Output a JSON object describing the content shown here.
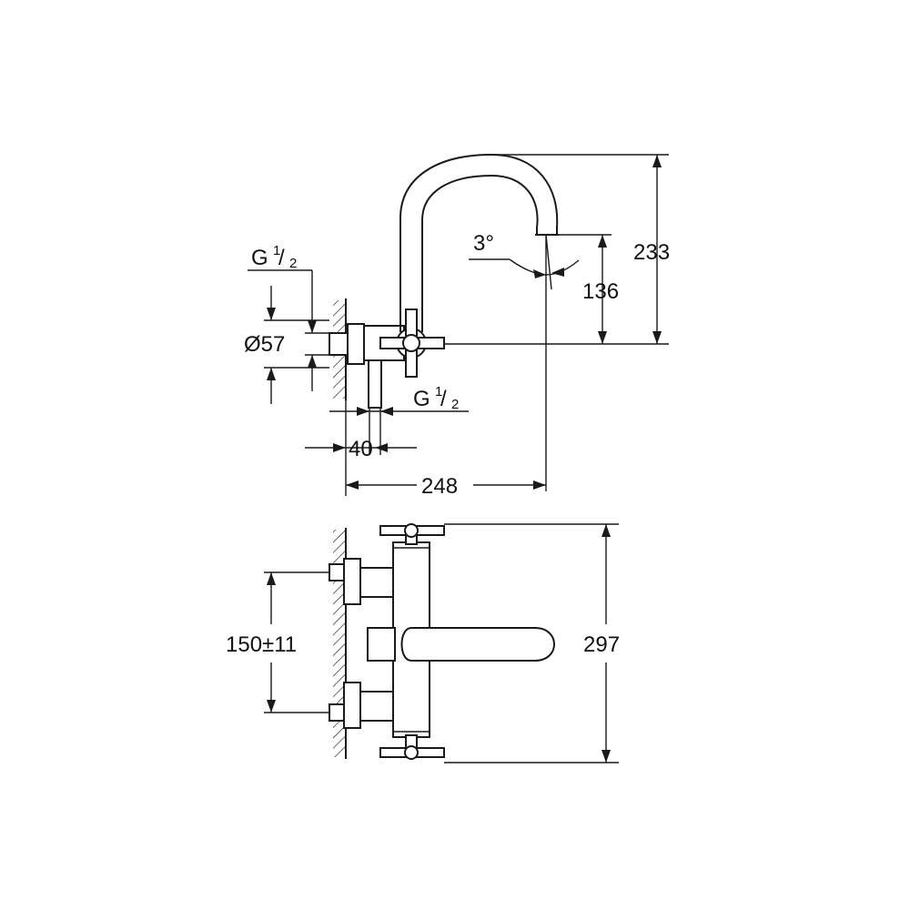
{
  "diagram": {
    "dimensions": {
      "height_total": "233",
      "spout_height": "136",
      "spout_angle": "3°",
      "pipe_diameter": "Ø57",
      "connection_thread": "G",
      "thread_num": "1",
      "thread_den": "2",
      "outlet_offset": "40",
      "spout_reach": "248",
      "inlet_spacing": "150±11",
      "overall_width": "297"
    }
  }
}
